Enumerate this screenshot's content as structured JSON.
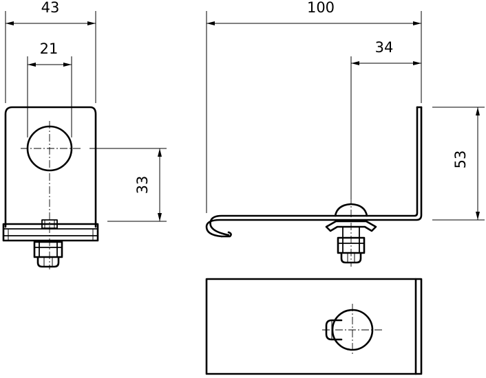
{
  "dimensions": {
    "front_width": "43",
    "hole_spacing": "21",
    "hole_height": "33",
    "side_width": "100",
    "bolt_offset": "34",
    "side_height": "53"
  }
}
